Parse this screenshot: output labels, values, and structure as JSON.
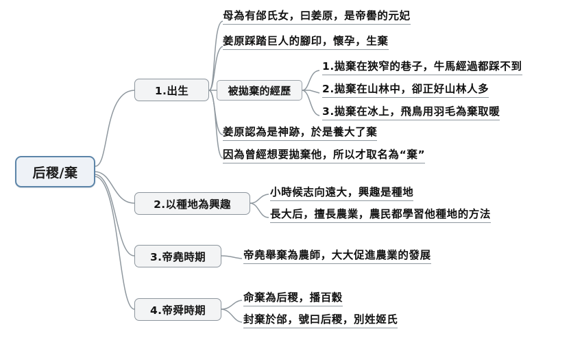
{
  "diagram": {
    "title_node": "后稷/棄",
    "type": "mind-map"
  },
  "root": {
    "label": "后稷/棄"
  },
  "branches": [
    {
      "label": "1.出生",
      "sub_node": "被拋棄的經歷",
      "leaves_top": [
        "母為有邰氏女，曰姜原，是帝嚳的元妃",
        "姜原踩踏巨人的腳印，懷孕，生棄"
      ],
      "sub_leaves": [
        "1.拋棄在狹窄的巷子，牛馬經過都踩不到",
        "2.拋棄在山林中，卻正好山林人多",
        "3.拋棄在冰上，飛鳥用羽毛為棄取暖"
      ],
      "leaves_bottom": [
        "姜原認為是神跡，於是養大了棄",
        "因為曾經想要拋棄他，所以才取名為“棄”"
      ]
    },
    {
      "label": "2.以種地為興趣",
      "leaves": [
        "小時候志向遠大，興趣是種地",
        "長大后，擅長農業，農民都學習他種地的方法"
      ]
    },
    {
      "label": "3.帝堯時期",
      "leaves": [
        "帝堯舉棄為農師，大大促進農業的發展"
      ]
    },
    {
      "label": "4.帝舜時期",
      "leaves": [
        "命棄為后稷，播百穀",
        "封棄於邰，號曰后稷，別姓姬氏"
      ]
    }
  ],
  "colors": {
    "root_fill": "#eef2f7",
    "root_border": "#5b84a8",
    "node_fill": "#f3f4f5",
    "node_border": "#8b949c",
    "connector": "#8e979e",
    "text": "#111111",
    "background": "#ffffff"
  }
}
